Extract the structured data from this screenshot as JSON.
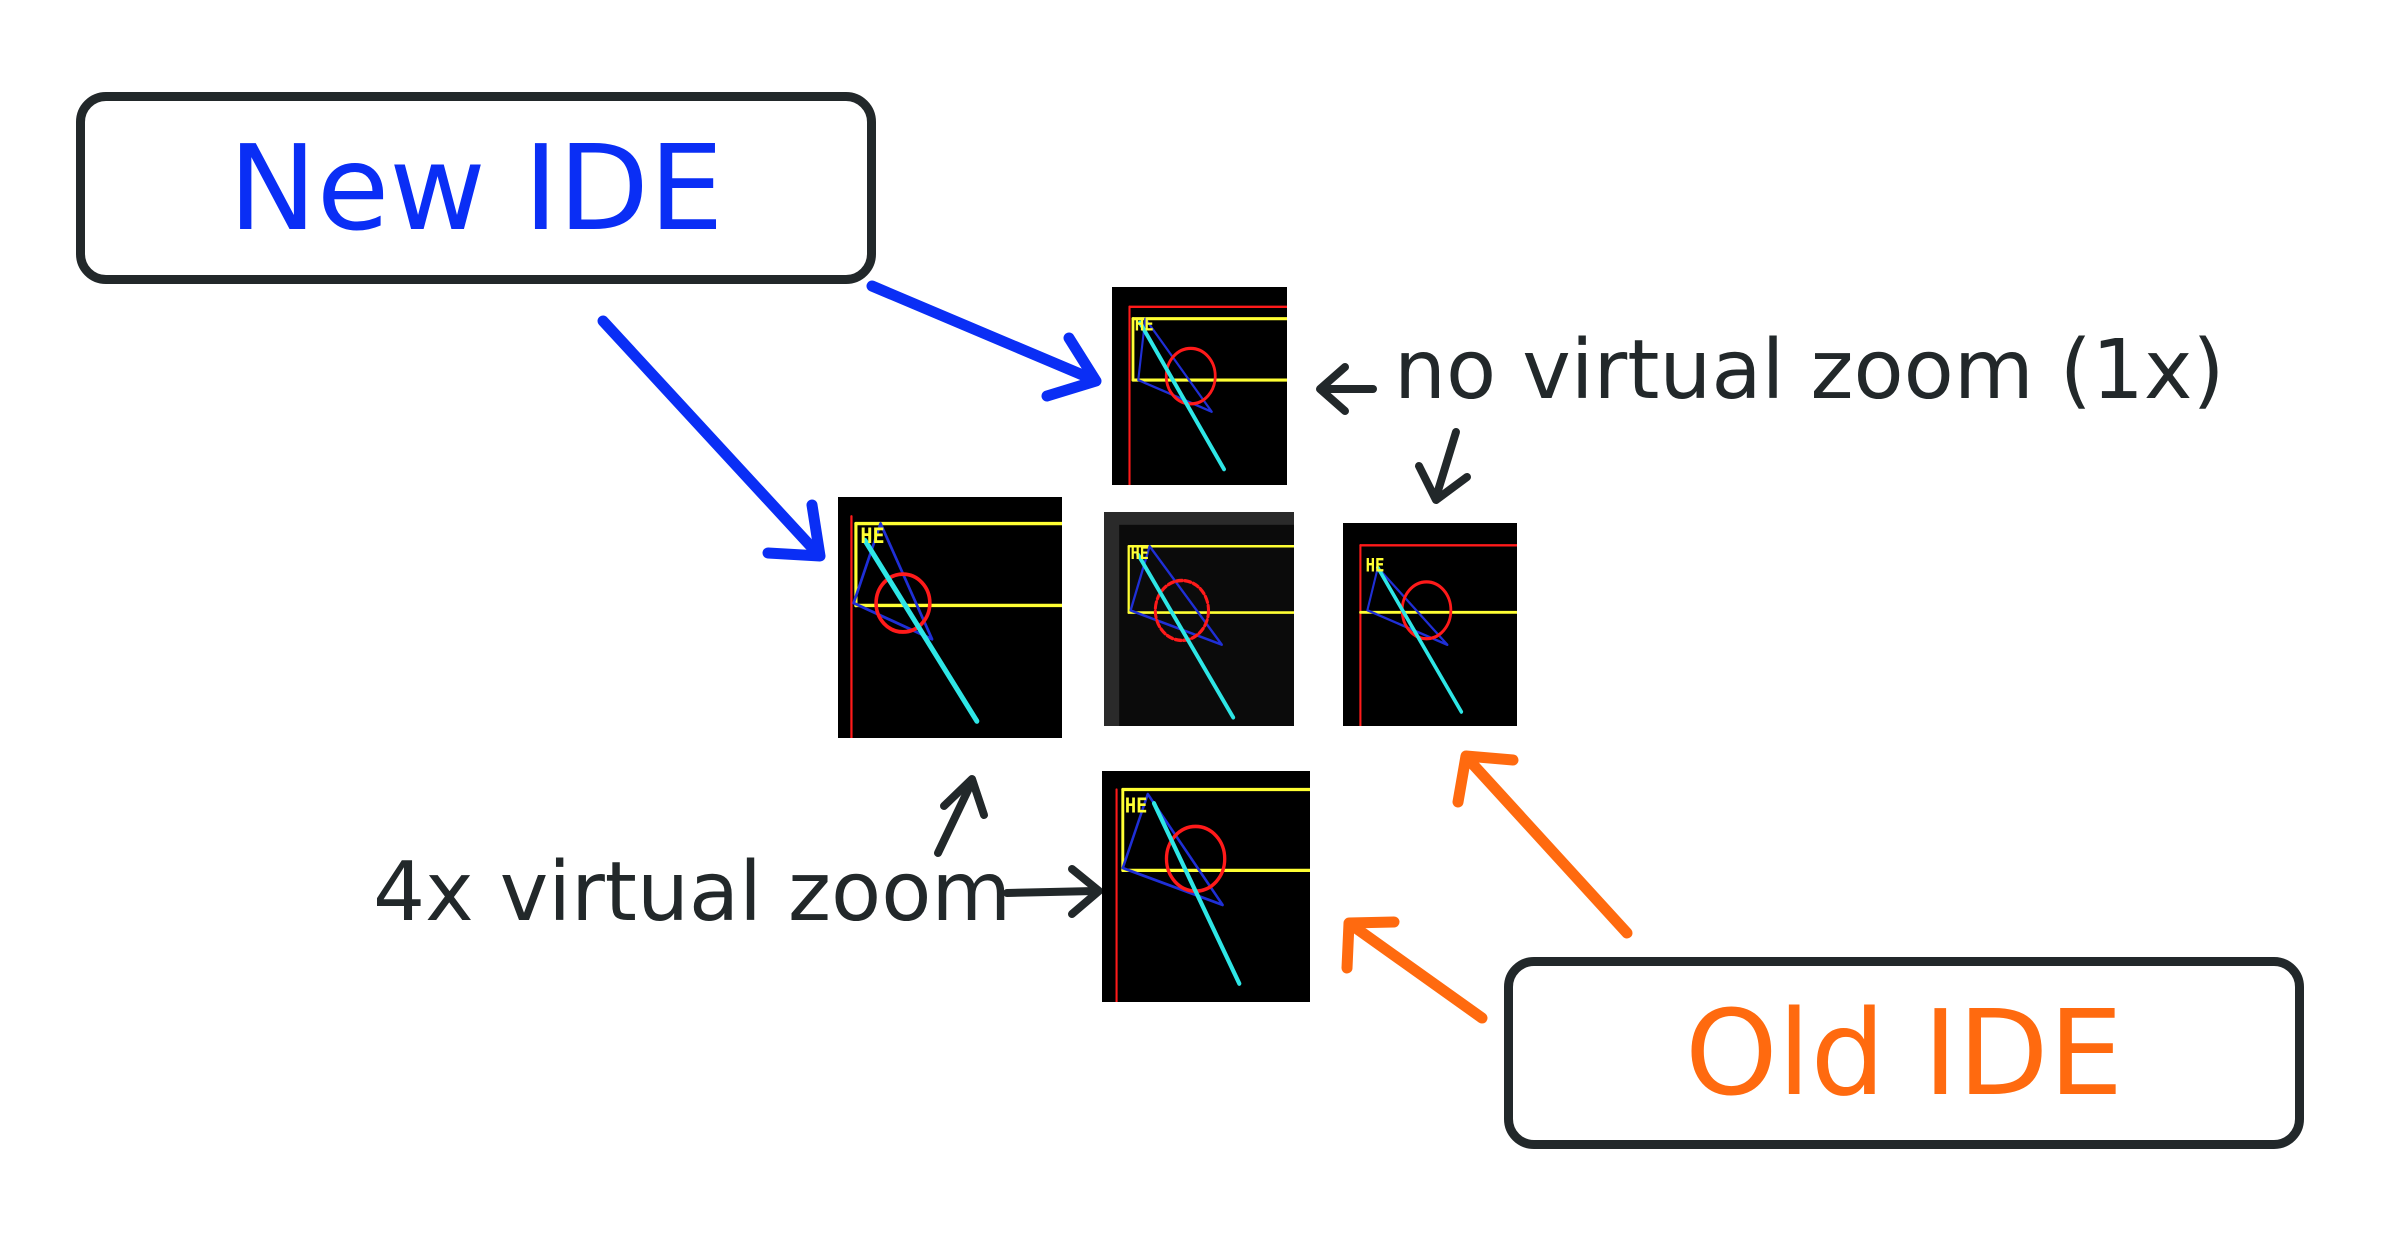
{
  "labels": {
    "new_ide": "New IDE",
    "old_ide": "Old IDE",
    "no_zoom": "no virtual zoom (1x)",
    "virtual_zoom_4x": "4x virtual zoom",
    "sketch_text": "HE"
  },
  "colors": {
    "new_ide": "#0a2ef5",
    "old_ide": "#ff6a0f",
    "annotation": "#22282a",
    "canvas_bg": "#000000",
    "sketch_yellow": "#ffff33",
    "sketch_red": "#ff1a1a",
    "sketch_blue": "#1f2fd6",
    "sketch_cyan": "#2ee6e6"
  },
  "icons": {
    "arrow": "arrow-icon"
  }
}
